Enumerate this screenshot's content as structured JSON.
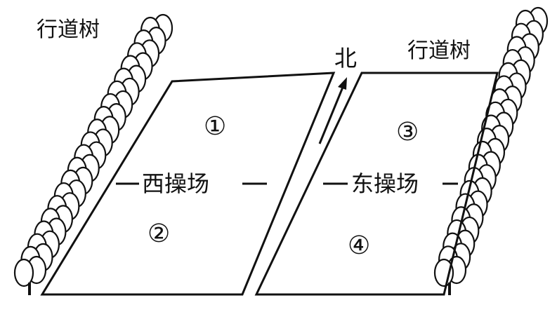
{
  "labels": {
    "tree_row_left": "行道树",
    "tree_row_right": "行道树",
    "north": "北",
    "west_field": "西操场",
    "east_field": "东操场",
    "area1": "①",
    "area2": "②",
    "area3": "③",
    "area4": "④"
  }
}
